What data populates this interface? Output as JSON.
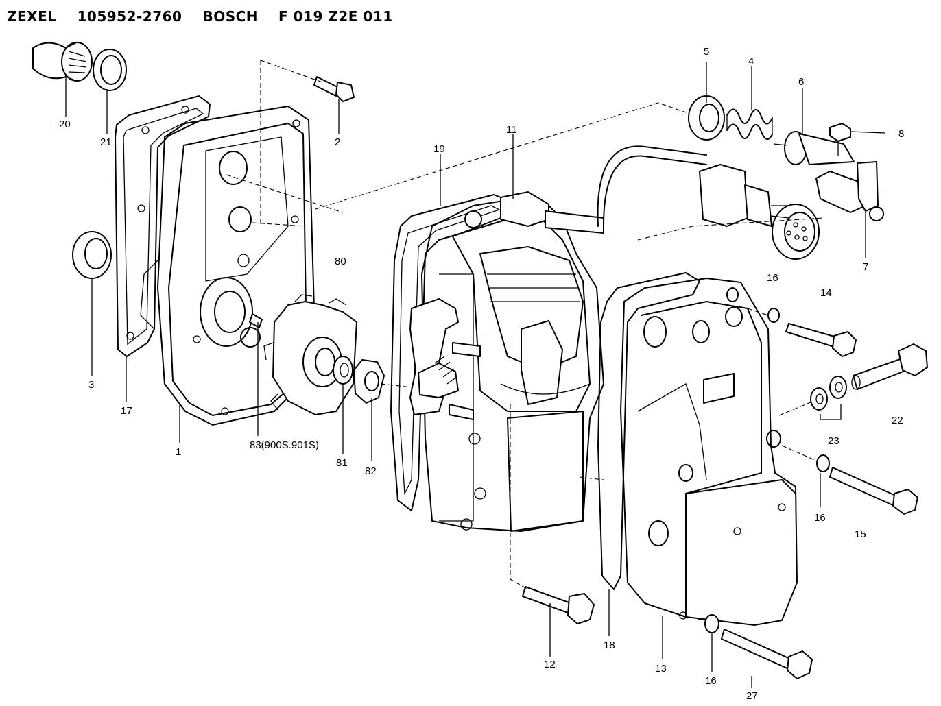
{
  "header": {
    "brand": "ZEXEL",
    "part_number": "105952-2760",
    "maker": "BOSCH",
    "maker_code": "F 019 Z2E 011"
  },
  "callouts": [
    {
      "id": "c20",
      "text": "20"
    },
    {
      "id": "c21",
      "text": "21"
    },
    {
      "id": "c2",
      "text": "2"
    },
    {
      "id": "c5",
      "text": "5"
    },
    {
      "id": "c4",
      "text": "4"
    },
    {
      "id": "c6",
      "text": "6"
    },
    {
      "id": "c8",
      "text": "8"
    },
    {
      "id": "c11",
      "text": "11"
    },
    {
      "id": "c19",
      "text": "19"
    },
    {
      "id": "c7",
      "text": "7"
    },
    {
      "id": "c80",
      "text": "80"
    },
    {
      "id": "c16a",
      "text": "16"
    },
    {
      "id": "c14",
      "text": "14"
    },
    {
      "id": "c3",
      "text": "3"
    },
    {
      "id": "c17",
      "text": "17"
    },
    {
      "id": "c1",
      "text": "1"
    },
    {
      "id": "c83",
      "text": "83(900S.901S)"
    },
    {
      "id": "c81",
      "text": "81"
    },
    {
      "id": "c82",
      "text": "82"
    },
    {
      "id": "c22",
      "text": "22"
    },
    {
      "id": "c23",
      "text": "23"
    },
    {
      "id": "c16b",
      "text": "16"
    },
    {
      "id": "c15",
      "text": "15"
    },
    {
      "id": "c12",
      "text": "12"
    },
    {
      "id": "c18",
      "text": "18"
    },
    {
      "id": "c13",
      "text": "13"
    },
    {
      "id": "c16c",
      "text": "16"
    },
    {
      "id": "c27",
      "text": "27"
    }
  ]
}
